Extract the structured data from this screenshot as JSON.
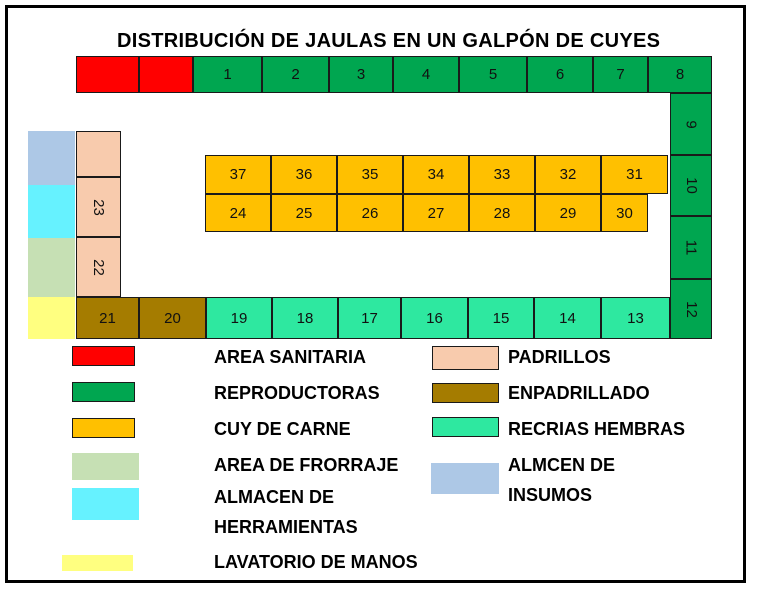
{
  "title": "DISTRIBUCIÓN DE  JAULAS EN UN GALPÓN DE CUYES",
  "colors": {
    "area_sanitaria": "#ff0000",
    "reproductoras": "#00a650",
    "cuy_de_carne": "#ffc000",
    "padrillos": "#f8cbad",
    "enpadrillado": "#a57c00",
    "recrias_hembras": "#2ee8a0",
    "area_de_forraje": "#c6e0b4",
    "almacen_herramientas": "#66f2ff",
    "almacen_insumos": "#adc8e6",
    "lavatorio": "#ffff80"
  },
  "cages": {
    "top_row": [
      "",
      "",
      "1",
      "2",
      "3",
      "4",
      "5",
      "6",
      "7",
      "8"
    ],
    "right_col": [
      "9",
      "10",
      "11",
      "12"
    ],
    "carne_top": [
      "37",
      "36",
      "35",
      "34",
      "33",
      "32",
      "31"
    ],
    "carne_bottom": [
      "24",
      "25",
      "26",
      "27",
      "28",
      "29",
      "30"
    ],
    "left_col": [
      "",
      "23",
      "22"
    ],
    "bottom_row": [
      "21",
      "20",
      "19",
      "18",
      "17",
      "16",
      "15",
      "14",
      "13"
    ]
  },
  "legend": {
    "area_sanitaria": "AREA SANITARIA",
    "reproductoras": "REPRODUCTORAS",
    "cuy_de_carne": "CUY DE CARNE",
    "area_de_forraje": "AREA DE FRORRAJE",
    "almacen_herramientas_1": "ALMACEN DE",
    "almacen_herramientas_2": "HERRAMIENTAS",
    "lavatorio": "LAVATORIO DE MANOS",
    "padrillos": "PADRILLOS",
    "enpadrillado": "ENPADRILLADO",
    "recrias_hembras": "RECRIAS HEMBRAS",
    "almacen_insumos_1": "ALMCEN DE",
    "almacen_insumos_2": "INSUMOS"
  }
}
